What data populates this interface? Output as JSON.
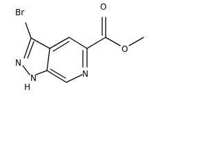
{
  "molecule": {
    "atoms": {
      "br": "Br",
      "n1": "N",
      "h1": "H",
      "n_ring": "N",
      "n_pyridine": "N",
      "o_carbonyl": "O",
      "o_ester": "O"
    }
  }
}
